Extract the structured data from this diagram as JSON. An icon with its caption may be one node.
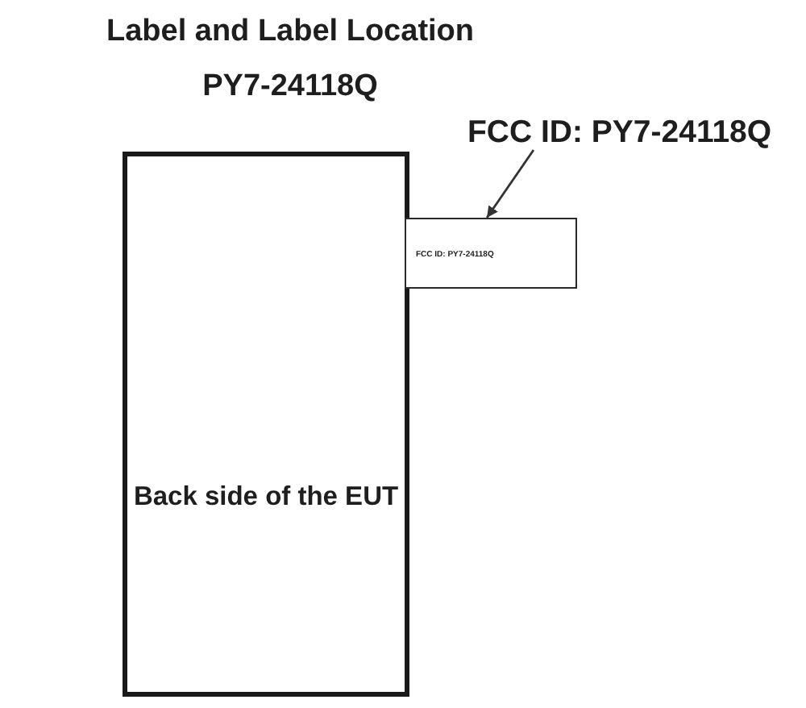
{
  "diagram": {
    "title": "Label and Label Location PY7-24118Q",
    "nodes": [
      {
        "text": [
          "FCC ID: PY7-24118Q"
        ]
      },
      {
        "text": [
          "Back side of the EUT"
        ]
      },
      {
        "text": [
          "FCC ID: PY7-24118Q"
        ]
      }
    ],
    "edges": [
      {
        "from": 0,
        "to": 2,
        "arrow": "to"
      }
    ]
  }
}
